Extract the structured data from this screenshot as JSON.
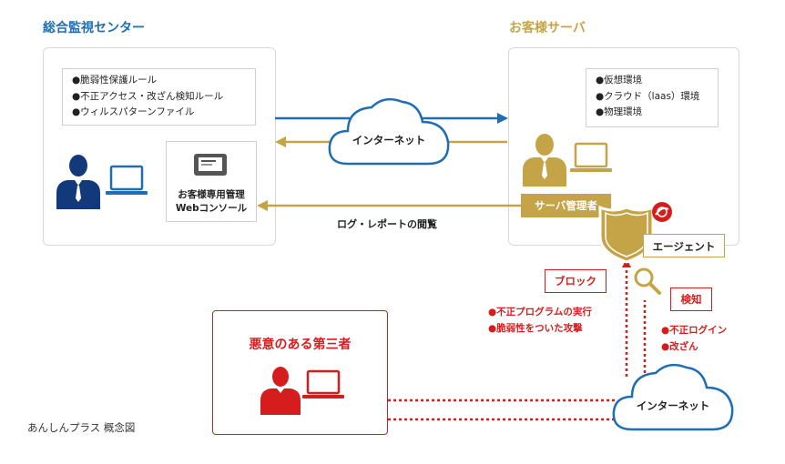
{
  "center": {
    "title": "総合監視センター",
    "rules": [
      "●脆弱性保護ルール",
      "●不正アクセス・改ざん検知ルール",
      "●ウィルスパターンファイル"
    ],
    "console_label_1": "お客様専用管理",
    "console_label_2": "Webコンソール"
  },
  "server": {
    "title": "お客様サーバ",
    "envs": [
      "●仮想環境",
      "●クラウド（laas）環境",
      "●物理環境"
    ],
    "admin_label": "サーバ管理者"
  },
  "internet_top": "インターネット",
  "internet_bottom": "インターネット",
  "log_label": "ログ・レポートの閲覧",
  "agent_label": "エージェント",
  "block": {
    "label": "ブロック",
    "items": [
      "●不正プログラムの実行",
      "●脆弱性をついた攻撃"
    ]
  },
  "detect": {
    "label": "検知",
    "items": [
      "●不正ログイン",
      "●改ざん"
    ]
  },
  "attacker_label": "悪意のある第三者",
  "caption": "あんしんプラス 概念図",
  "colors": {
    "blue": "#1f6db4",
    "gold": "#c4a447",
    "red": "#d61d1d",
    "navy": "#123a7a"
  }
}
